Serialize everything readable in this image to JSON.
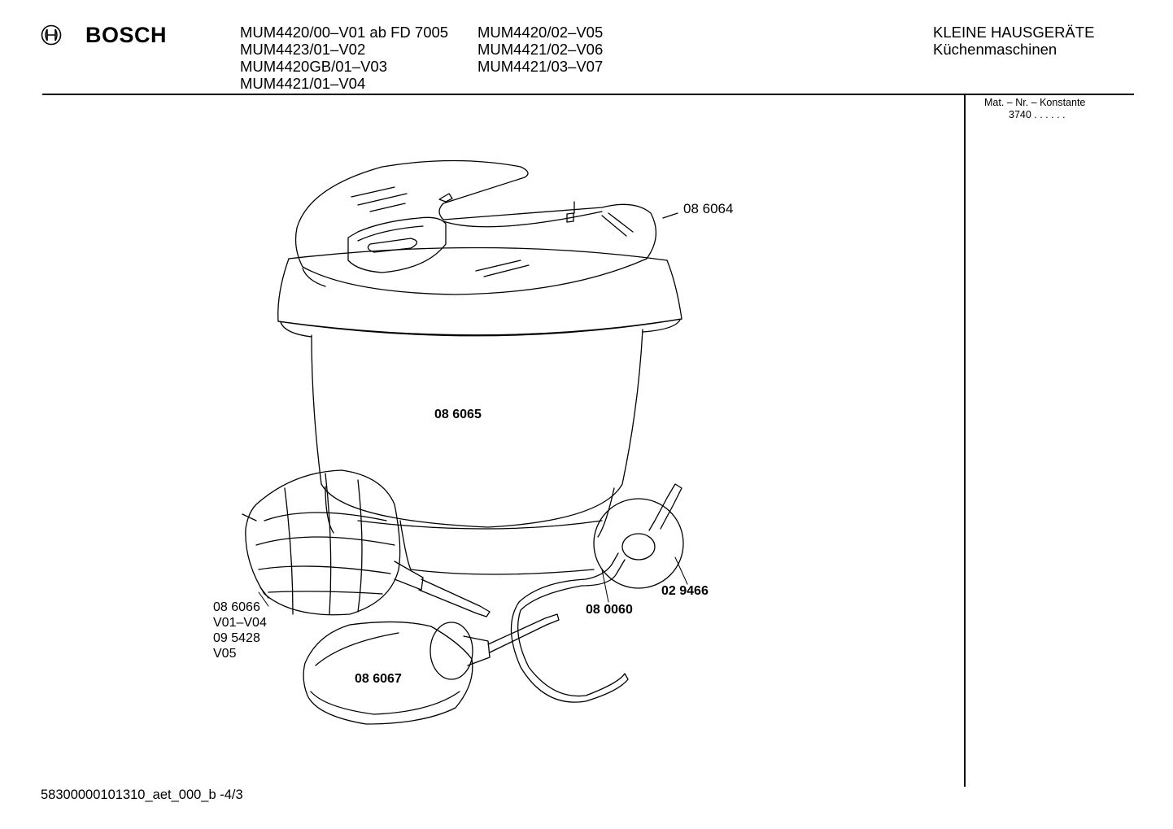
{
  "header": {
    "brand": "BOSCH",
    "logo_icon": "bosch-armature-logo-icon",
    "models_col1": [
      "MUM4420/00–V01 ab FD 7005",
      "MUM4423/01–V02",
      "MUM4420GB/01–V03",
      "MUM4421/01–V04"
    ],
    "models_col2": [
      "MUM4420/02–V05",
      "MUM4421/02–V06",
      "MUM4421/03–V07"
    ],
    "category": "KLEINE HAUSGERÄTE",
    "subcategory": "Küchenmaschinen"
  },
  "side": {
    "mat_label": "Mat. – Nr. – Konstante",
    "mat_value": "3740 . .  .  .  .  ."
  },
  "parts": {
    "lid": "08 6064",
    "bowl": "08 6065",
    "whisk": "08 6066",
    "whisk_variant1": "V01–V04",
    "whisk_alt": "09 5428",
    "whisk_variant2": "V05",
    "beater": "08 6067",
    "mixing_disc": "02 9466",
    "kneading_hook": "08 0060"
  },
  "footer": {
    "doc_id": "58300000101310_aet_000_b  -4/3"
  }
}
